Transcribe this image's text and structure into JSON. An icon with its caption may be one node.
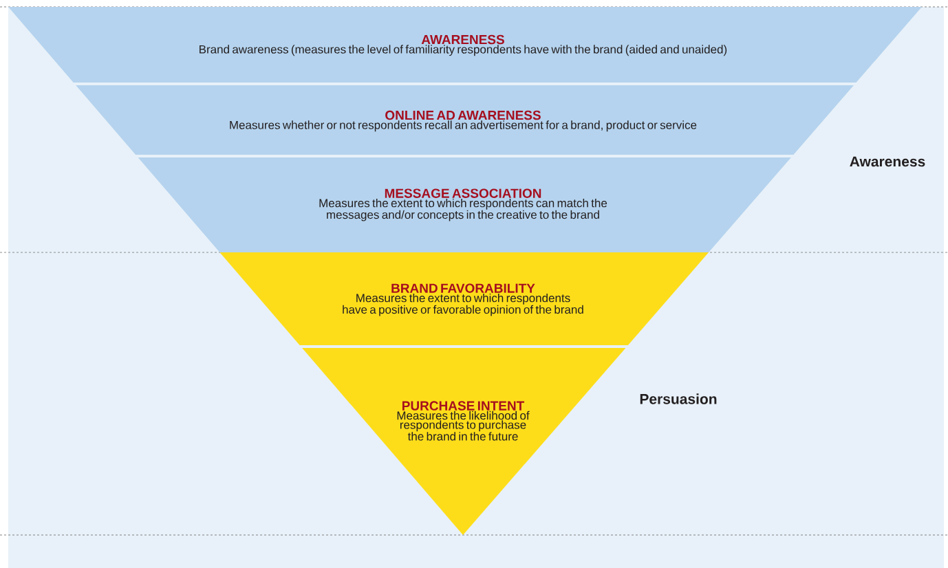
{
  "diagram": {
    "nodes": [
      {
        "text": [
          "AWARENESS",
          "Brand awareness (measures the level of familiarity respondents have with the brand (aided and unaided)"
        ]
      },
      {
        "text": [
          "ONLINE AD AWARENESS",
          "Measures whether or not respondents recall an advertisement for a brand, product or service"
        ]
      },
      {
        "text": [
          "MESSAGE ASSOCIATION",
          "Measures the extent to which respondents can match the messages and/or concepts in the creative to the brand"
        ]
      },
      {
        "text": [
          "BRAND FAVORABILITY",
          "Measures the extent to which respondents have a positive or favorable opinion of the brand"
        ]
      },
      {
        "text": [
          "PURCHASE INTENT",
          "Measures the likelihood of respondents to purchase the brand in the future"
        ]
      }
    ],
    "labels": [
      "Awareness",
      "Persuasion"
    ]
  }
}
